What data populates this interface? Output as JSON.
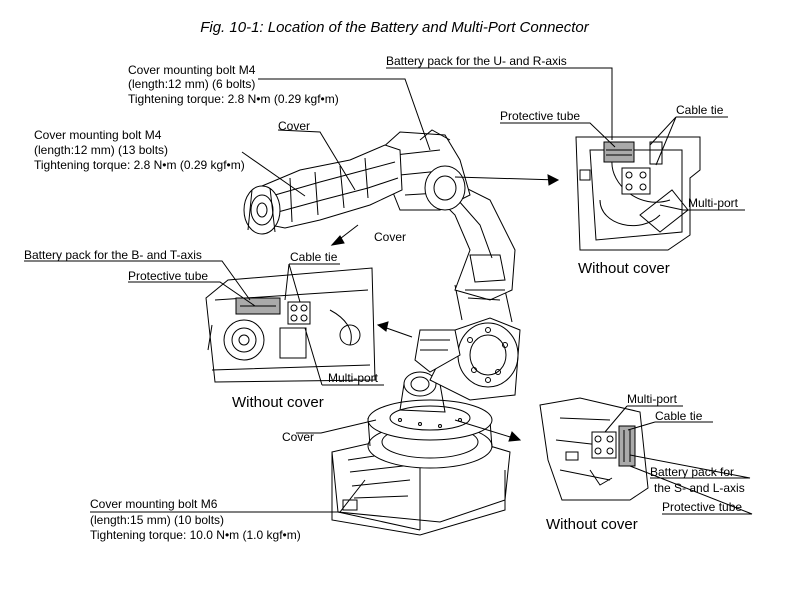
{
  "figure": {
    "title": "Fig. 10-1: Location of the Battery and Multi-Port Connector"
  },
  "labels": {
    "cover_bolt_upper_1": "Cover mounting bolt M4",
    "cover_bolt_upper_2": "(length:12 mm) (6 bolts)",
    "cover_bolt_upper_3": "Tightening torque: 2.8 N•m (0.29 kgf•m)",
    "cover_bolt_mid_1": "Cover mounting bolt M4",
    "cover_bolt_mid_2": "(length:12 mm) (13 bolts)",
    "cover_bolt_mid_3": "Tightening torque: 2.8 N•m (0.29 kgf•m)",
    "cover_arm": "Cover",
    "cover_upper_arm": "Cover",
    "cover_base": "Cover",
    "battery_ur": "Battery pack for the U- and R-axis",
    "protective_tube_ur": "Protective tube",
    "cable_tie_ur": "Cable tie",
    "multiport_ur": "Multi-port",
    "without_cover_ur": "Without cover",
    "battery_bt": "Battery pack for the B- and T-axis",
    "cable_tie_bt": "Cable tie",
    "protective_tube_bt": "Protective tube",
    "multiport_bt": "Multi-port",
    "without_cover_bt": "Without cover",
    "multiport_sl": "Multi-port",
    "cable_tie_sl": "Cable tie",
    "battery_sl_1": "Battery pack for",
    "battery_sl_2": "the S- and L-axis",
    "protective_tube_sl": "Protective tube",
    "without_cover_sl": "Without cover",
    "cover_bolt_base_1": "Cover mounting bolt M6",
    "cover_bolt_base_2": "(length:15 mm) (10 bolts)",
    "cover_bolt_base_3": "Tightening torque: 10.0 N•m (1.0 kgf•m)"
  }
}
